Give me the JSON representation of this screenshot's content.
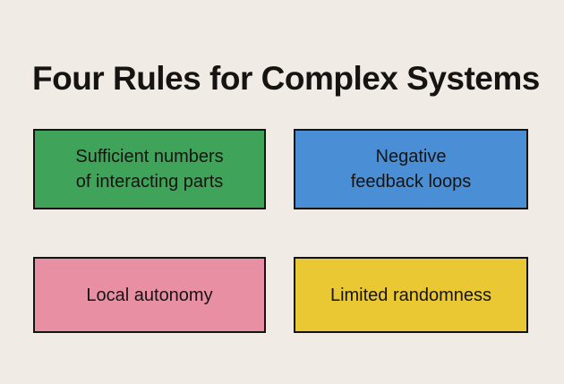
{
  "page": {
    "background_color": "#f0ebe4",
    "title": "Four Rules for Complex Systems"
  },
  "diagram": {
    "boxes": [
      {
        "id": "sufficient-numbers",
        "label": "Sufficient numbers\nof interacting parts",
        "color": "#3fa45a",
        "position": "top-left"
      },
      {
        "id": "negative-feedback-loops",
        "label": "Negative\nfeedback loops",
        "color": "#4a8fd5",
        "position": "top-right"
      },
      {
        "id": "local-autonomy",
        "label": "Local autonomy",
        "color": "#e88fa4",
        "position": "bottom-left"
      },
      {
        "id": "limited-randomness",
        "label": "Limited randomness",
        "color": "#e9c834",
        "position": "bottom-right"
      }
    ],
    "border_color": "#161412",
    "text_color": "#161412"
  }
}
